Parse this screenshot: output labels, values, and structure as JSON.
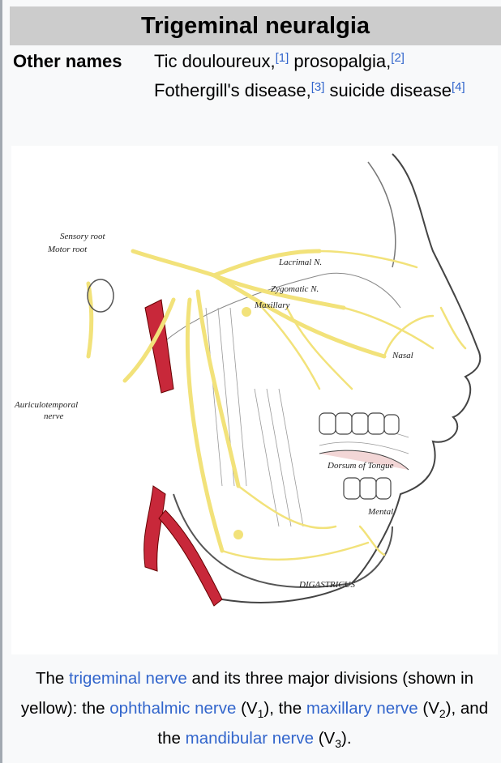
{
  "infobox": {
    "title": "Trigeminal neuralgia",
    "other_names_label": "Other names",
    "other_names": [
      {
        "text": "Tic douloureux,",
        "ref": "[1]"
      },
      {
        "text": " prosopalgia,",
        "ref": "[2]"
      },
      {
        "text": " Fothergill's disease,",
        "ref": "[3]"
      },
      {
        "text": " suicide disease",
        "ref": "[4]"
      }
    ],
    "image_labels": {
      "sensory_root": "Sensory root",
      "motor_root": "Motor root",
      "auriculotemporal": "Auriculotemporal",
      "nerve": "nerve",
      "lacrimal": "Lacrimal N.",
      "zygomatic": "Zygomatic N.",
      "maxillary": "Maxillary",
      "nasal": "Nasal",
      "dorsum": "Dorsum of Tongue",
      "mental": "Mental",
      "digastricus": "DIGASTRICUS"
    },
    "caption": {
      "t1": "The ",
      "link1": "trigeminal nerve",
      "t2": " and its three major divisions (shown in yellow): the ",
      "link2": "ophthalmic nerve",
      "t3": " (V",
      "sub1": "1",
      "t4": "), the ",
      "link3": "maxillary nerve",
      "t5": " (V",
      "sub2": "2",
      "t6": "), and the ",
      "link4": "mandibular nerve",
      "t7": " (V",
      "sub3": "3",
      "t8": ")."
    },
    "colors": {
      "nerve": "#f2e27a",
      "artery": "#c8283a",
      "link": "#3366cc"
    }
  }
}
